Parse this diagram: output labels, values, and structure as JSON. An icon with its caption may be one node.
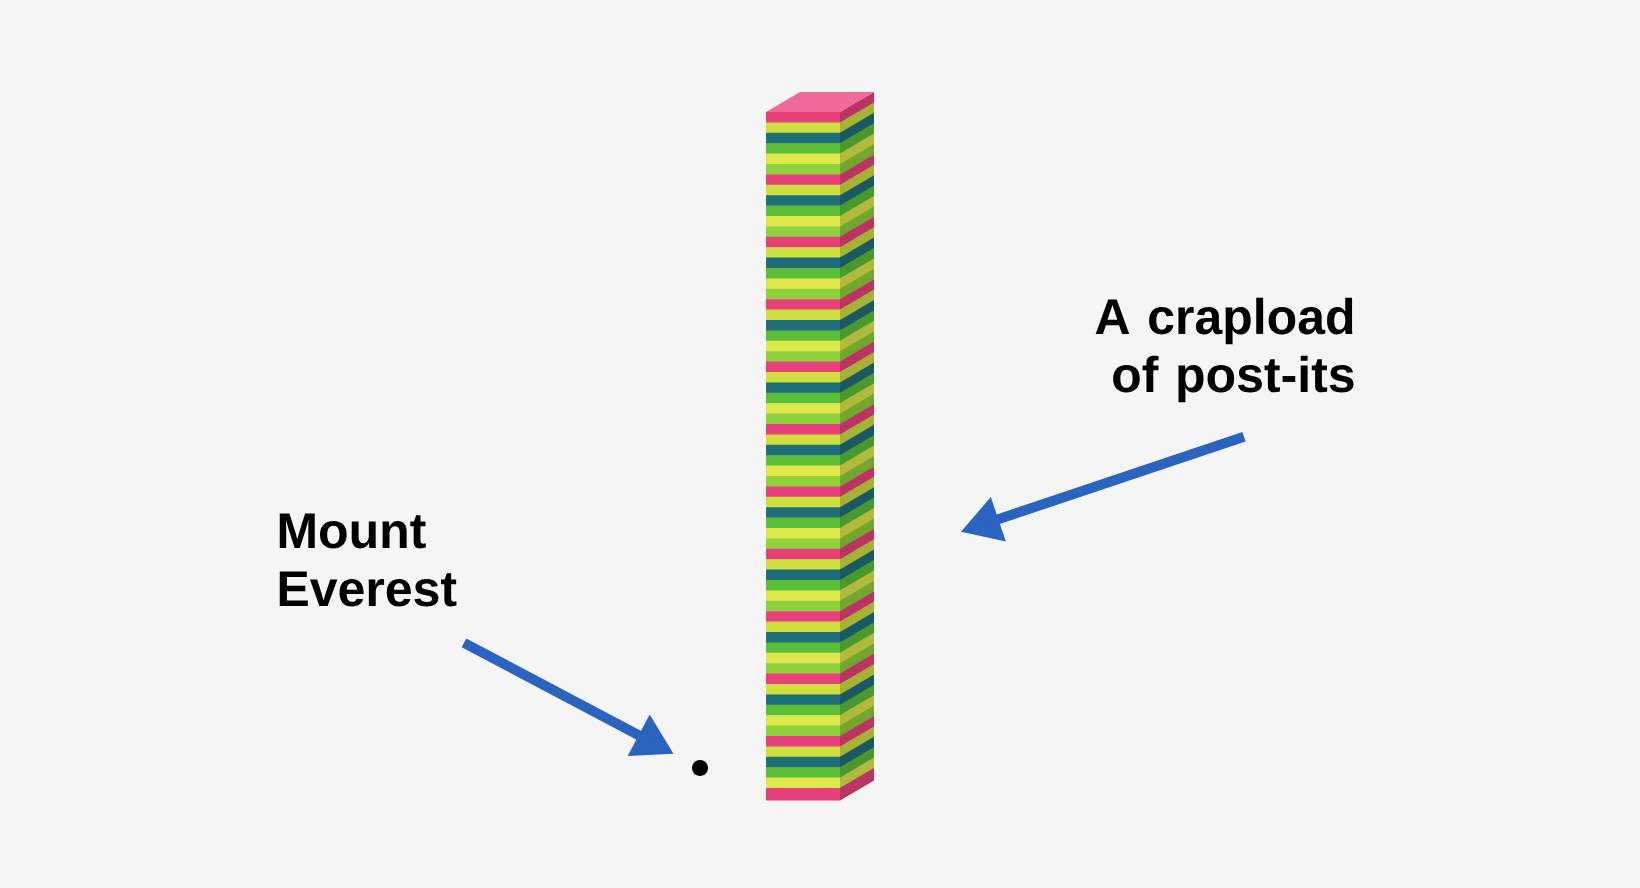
{
  "diagram": {
    "nodes": [
      {
        "text": [
          "Mount Everest"
        ]
      },
      {
        "text": [],
        "shape": "circle"
      },
      {
        "text": [
          "A crapload of post-its"
        ]
      },
      {
        "text": [],
        "shape": "picture"
      }
    ],
    "edges": [
      {
        "from": 0,
        "to": 1,
        "arrow": "to"
      },
      {
        "from": 2,
        "to": 3,
        "arrow": "to"
      }
    ]
  }
}
